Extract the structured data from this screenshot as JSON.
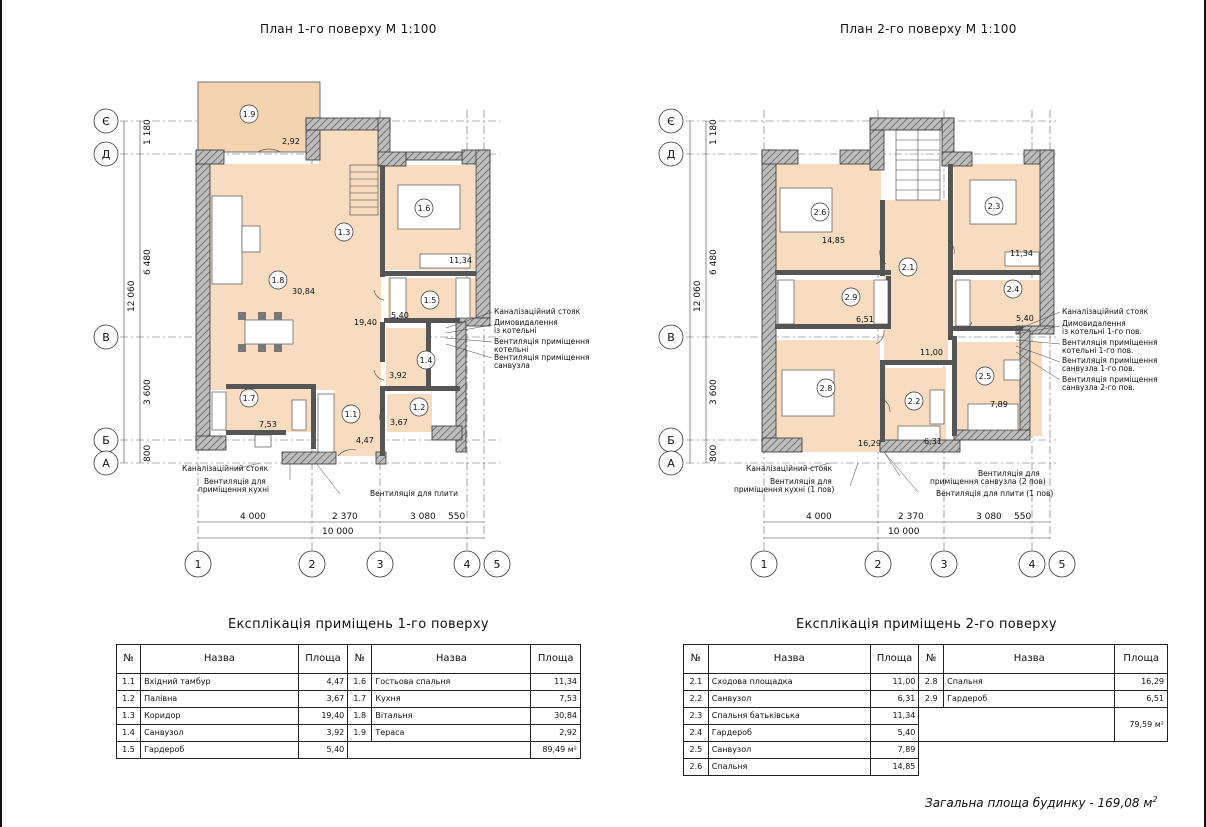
{
  "plans": {
    "floor1": {
      "title": "План 1-го поверху М 1:100",
      "rooms": [
        {
          "id": "1.1",
          "area": "4,47"
        },
        {
          "id": "1.2",
          "area": "3,67"
        },
        {
          "id": "1.3",
          "area": "19,40"
        },
        {
          "id": "1.4",
          "area": "3,92"
        },
        {
          "id": "1.5",
          "area": "5,40"
        },
        {
          "id": "1.6",
          "area": "11,34"
        },
        {
          "id": "1.7",
          "area": "7,53"
        },
        {
          "id": "1.8",
          "area": "30,84"
        },
        {
          "id": "1.9",
          "area": "2,92"
        }
      ],
      "notes": [
        "Каналізаційний стояк",
        "Димовидалення із котельні",
        "Вентиляція приміщення котельні",
        "Вентиляція приміщення санвузла"
      ],
      "bottom_notes": [
        "Каналізаційний стояк",
        "Вентиляція для приміщення кухні",
        "Вентиляція для плити"
      ]
    },
    "floor2": {
      "title": "План 2-го поверху М 1:100",
      "rooms": [
        {
          "id": "2.1",
          "area": "11,00"
        },
        {
          "id": "2.2",
          "area": "6,31"
        },
        {
          "id": "2.3",
          "area": "11,34"
        },
        {
          "id": "2.4",
          "area": "5,40"
        },
        {
          "id": "2.5",
          "area": "7,89"
        },
        {
          "id": "2.6",
          "area": "14,85"
        },
        {
          "id": "2.8",
          "area": "16,29"
        },
        {
          "id": "2.9",
          "area": "6,51"
        }
      ],
      "notes": [
        "Каналізаційний стояк",
        "Димовидалення із котельні 1-го пов.",
        "Вентиляція приміщення котельні 1-го пов.",
        "Вентиляція приміщення санвузла 1-го пов.",
        "Вентиляція приміщення санвузла 2-го пов."
      ],
      "bottom_notes": [
        "Каналізаційний стояк",
        "Вентиляція для приміщення санвузла (2 пов)",
        "Вентиляція для приміщення кухні (1 пов)",
        "Вентиляція для плити (1 пов)"
      ]
    },
    "grid": {
      "rows": [
        "Є",
        "Д",
        "В",
        "Б",
        "А"
      ],
      "cols": [
        "1",
        "2",
        "3",
        "4",
        "5"
      ],
      "dims_top": [
        "4 000",
        "2 370",
        "3 080",
        "550"
      ],
      "dim_total": "10 000",
      "dims_left": [
        "1 180",
        "6 480",
        "3 600",
        "800"
      ],
      "dim_left_total": "12 060"
    }
  },
  "explication1": {
    "title": "Експлікація приміщень 1-го поверху",
    "headers": [
      "№",
      "Назва",
      "Площа",
      "№",
      "Назва",
      "Площа"
    ],
    "left": [
      [
        "1.1",
        "Вхідний тамбур",
        "4,47"
      ],
      [
        "1.2",
        "Палівна",
        "3,67"
      ],
      [
        "1.3",
        "Коридор",
        "19,40"
      ],
      [
        "1.4",
        "Санвузол",
        "3,92"
      ],
      [
        "1.5",
        "Гардероб",
        "5,40"
      ]
    ],
    "right": [
      [
        "1.6",
        "Гостьова спальня",
        "11,34"
      ],
      [
        "1.7",
        "Кухня",
        "7,53"
      ],
      [
        "1.8",
        "Вітальня",
        "30,84"
      ],
      [
        "1.9",
        "Тераса",
        "2,92"
      ]
    ],
    "sum": "89,49 м²"
  },
  "explication2": {
    "title": "Експлікація приміщень 2-го поверху",
    "headers": [
      "№",
      "Назва",
      "Площа",
      "№",
      "Назва",
      "Площа"
    ],
    "left": [
      [
        "2.1",
        "Сходова площадка",
        "11,00"
      ],
      [
        "2.2",
        "Санвузол",
        "6,31"
      ],
      [
        "2.3",
        "Спальня батьківська",
        "11,34"
      ],
      [
        "2.4",
        "Гардероб",
        "5,40"
      ],
      [
        "2.5",
        "Санвузол",
        "7,89"
      ],
      [
        "2.6",
        "Спальня",
        "14,85"
      ]
    ],
    "right": [
      [
        "2.8",
        "Спальня",
        "16,29"
      ],
      [
        "2.9",
        "Гардероб",
        "6,51"
      ]
    ],
    "sum": "79,59 м²"
  },
  "total": {
    "label": "Загальна площа будинку - 169,08 м",
    "unit_sup": "2"
  },
  "colors": {
    "room_fill": "#f7dcc0",
    "terrace_fill": "#f3d3b0",
    "wall": "#3a3a3a",
    "hatch": "#8a8a8a"
  }
}
